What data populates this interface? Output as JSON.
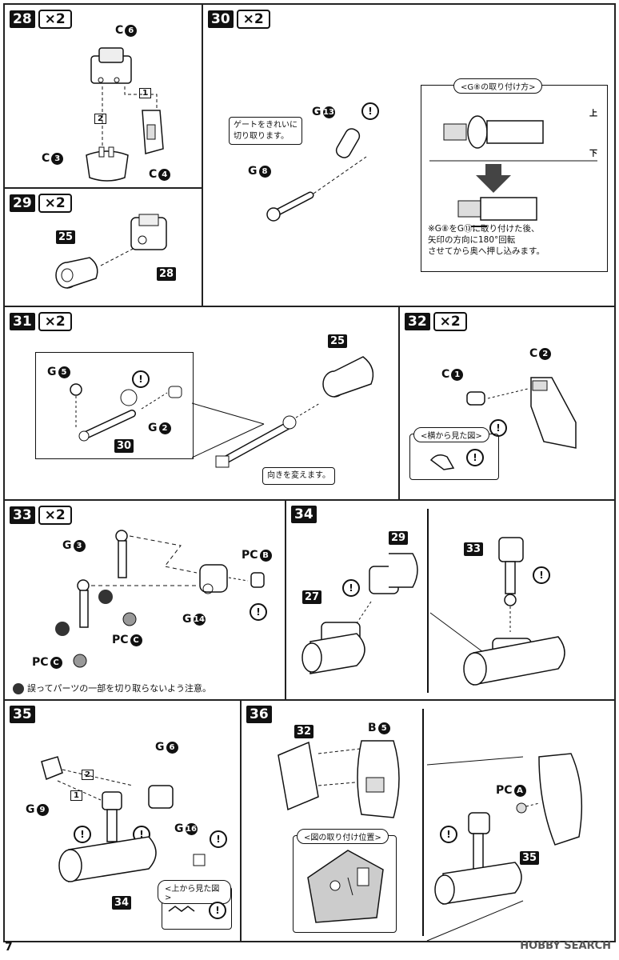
{
  "page_number": "7",
  "watermark": "HOBBY SEARCH",
  "steps": {
    "s28": {
      "num": "28",
      "qty": "×2",
      "parts": {
        "c6": "C",
        "c6n": "6",
        "c3": "C",
        "c3n": "3",
        "c4": "C",
        "c4n": "4"
      },
      "order1": "1",
      "order2": "2"
    },
    "s29": {
      "num": "29",
      "qty": "×2",
      "tag25": "25",
      "tag28": "28"
    },
    "s30": {
      "num": "30",
      "qty": "×2",
      "g13": "G",
      "g13n": "13",
      "g8": "G",
      "g8n": "8",
      "gate_note": "ゲートをきれいに\n切り取ります。",
      "box_head": "<G⑧の取り付け方>",
      "up": "上",
      "down": "下",
      "box_note": "※G⑧をG⑬に取り付けた後、\n矢印の方向に180°回転\nさせてから奥へ押し込みます。"
    },
    "s31": {
      "num": "31",
      "qty": "×2",
      "tag25": "25",
      "tag30": "30",
      "g5": "G",
      "g5n": "5",
      "g2": "G",
      "g2n": "2",
      "note": "向きを変えます。"
    },
    "s32": {
      "num": "32",
      "qty": "×2",
      "c1": "C",
      "c1n": "1",
      "c2": "C",
      "c2n": "2",
      "side_head": "<横から見た図>"
    },
    "s33": {
      "num": "33",
      "qty": "×2",
      "g3": "G",
      "g3n": "3",
      "pcb": "PC",
      "pcbn": "B",
      "g14": "G",
      "g14n": "14",
      "pcc1": "PC",
      "pcc1n": "C",
      "pcc2": "PC",
      "pcc2n": "C",
      "caution": "誤ってパーツの一部を切り取らないよう注意。"
    },
    "s34": {
      "num": "34",
      "tag29": "29",
      "tag27": "27",
      "tag33": "33"
    },
    "s35": {
      "num": "35",
      "g6": "G",
      "g6n": "6",
      "g9": "G",
      "g9n": "9",
      "g16": "G",
      "g16n": "16",
      "tag34": "34",
      "order1": "1",
      "order2": "2",
      "top_head": "<上から見た図>"
    },
    "s36": {
      "num": "36",
      "tag32": "32",
      "b5": "B",
      "b5n": "5",
      "pos_head": "<図の取り付け位置>",
      "pca": "PC",
      "pcan": "A",
      "tag35": "35"
    }
  },
  "warn_symbol": "!"
}
